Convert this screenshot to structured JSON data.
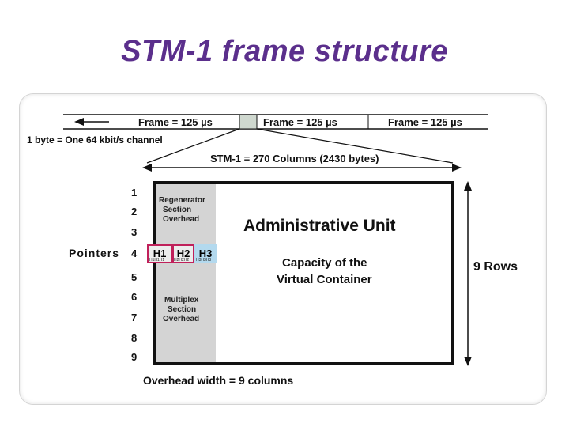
{
  "title": "STM-1 frame structure",
  "frames": [
    "Frame = 125 µs",
    "Frame = 125 µs",
    "Frame = 125 µs"
  ],
  "byte_note": "1 byte = One 64 kbit/s channel",
  "stm_label": "STM-1 = 270 Columns (2430 bytes)",
  "rows": [
    "1",
    "2",
    "3",
    "4",
    "5",
    "6",
    "7",
    "8",
    "9"
  ],
  "pointers_label": "Pointers",
  "rso": [
    "Regenerator",
    "Section",
    "Overhead"
  ],
  "msoh": [
    "Multiplex",
    "Section",
    "Overhead"
  ],
  "h_labels": [
    "H1",
    "H2",
    "H3"
  ],
  "h_sub": [
    "H1H1H1",
    "H2H2H2",
    "H3H3H3"
  ],
  "admin_unit": "Administrative Unit",
  "capacity": [
    "Capacity of the",
    "Virtual Container"
  ],
  "rows_label": "9  Rows",
  "overhead_width": "Overhead width = 9 columns",
  "colors": {
    "title": "#5b2f8c",
    "overhead": "#d4d4d4",
    "h_border": "#c0205a",
    "h3_bg": "#b3d9ee",
    "frame_cell": "#cfd8cf"
  }
}
